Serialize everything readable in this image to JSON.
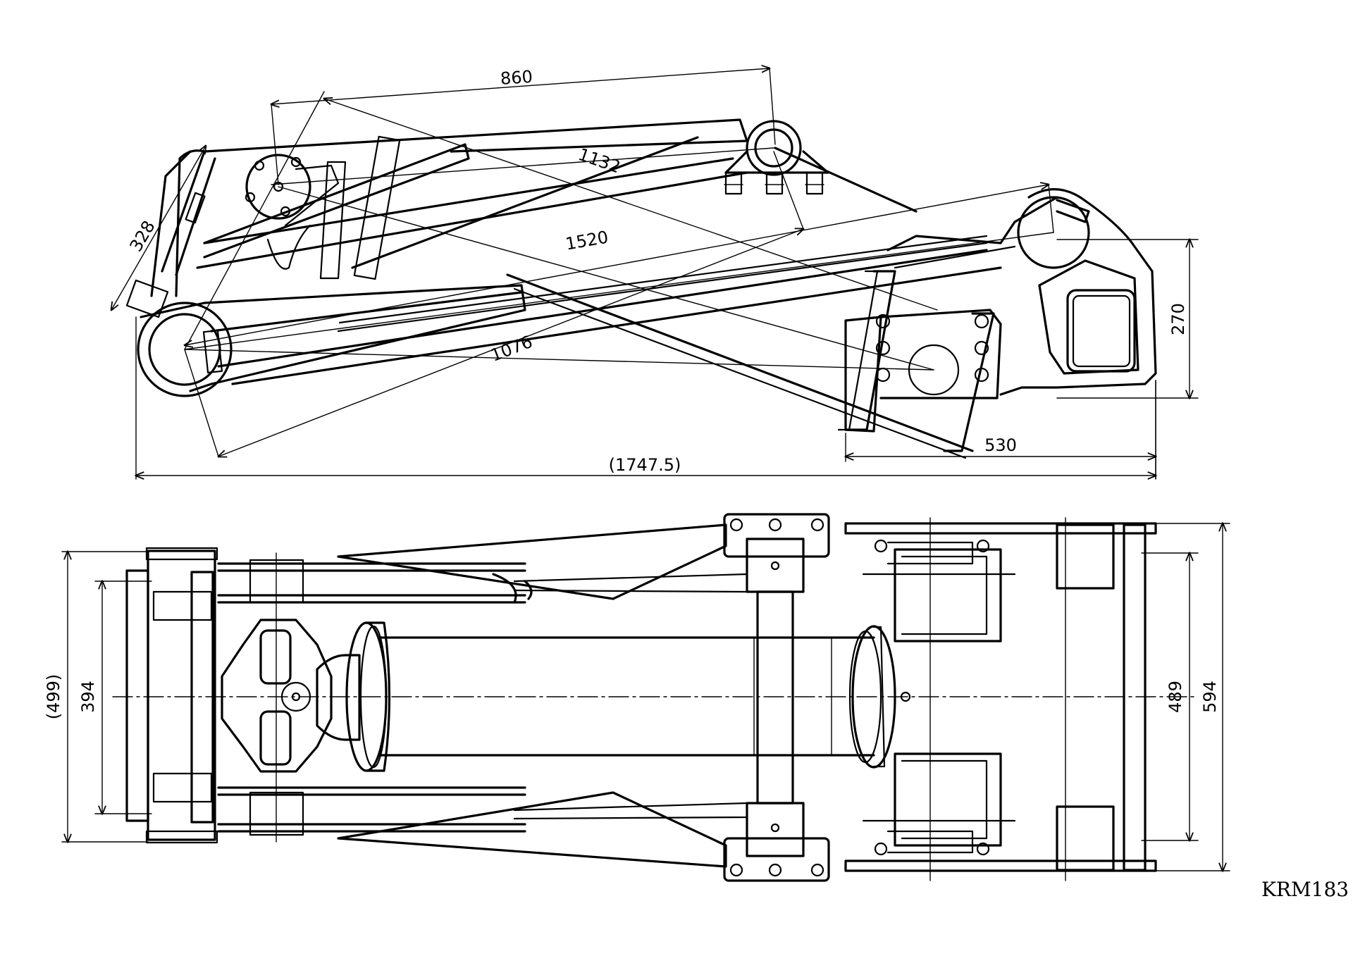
{
  "drawing_code": "KRM183",
  "dimensions": {
    "d860": "860",
    "d1132": "1132",
    "d328": "328",
    "d1520": "1520",
    "d1076": "1076",
    "d270": "270",
    "d530": "530",
    "d1747": "(1747.5)",
    "d499": "(499)",
    "d394": "394",
    "d489": "489",
    "d594": "594"
  }
}
